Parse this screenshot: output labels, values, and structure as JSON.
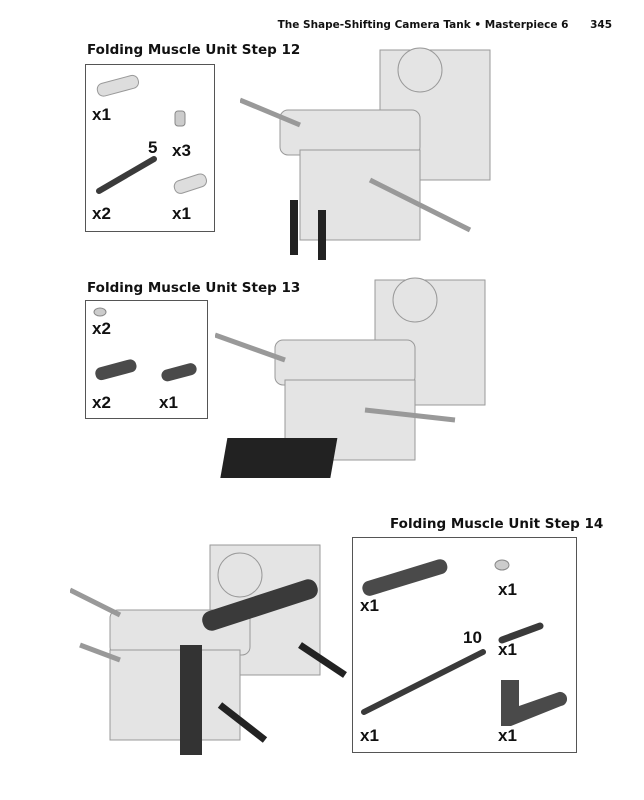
{
  "header": {
    "title": "The Shape-Shifting Camera Tank",
    "separator": "•",
    "section": "Masterpiece 6",
    "page_number": "345"
  },
  "steps": [
    {
      "title": "Folding Muscle Unit Step 12",
      "parts": [
        {
          "qty": "x1"
        },
        {
          "qty": "x3"
        },
        {
          "qty": "x2",
          "length": "5"
        },
        {
          "qty": "x1"
        }
      ]
    },
    {
      "title": "Folding Muscle Unit Step 13",
      "parts": [
        {
          "qty": "x2"
        },
        {
          "qty": "x2"
        },
        {
          "qty": "x1"
        }
      ]
    },
    {
      "title": "Folding Muscle Unit Step 14",
      "parts": [
        {
          "qty": "x1"
        },
        {
          "qty": "x1"
        },
        {
          "qty": "x1"
        },
        {
          "qty": "x1",
          "length": "10"
        },
        {
          "qty": "x1"
        }
      ]
    }
  ],
  "colors": {
    "light_part": "#d8d8d8",
    "dark_part": "#4a4a4a",
    "black_part": "#222222"
  }
}
